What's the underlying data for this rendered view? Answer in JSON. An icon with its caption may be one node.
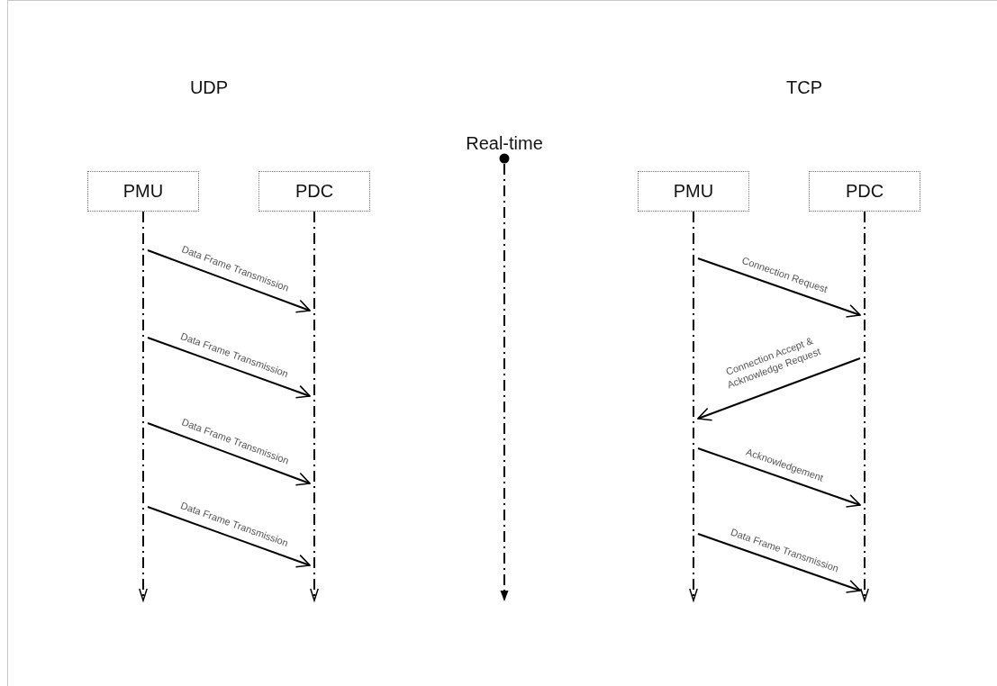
{
  "diagram": {
    "nodes": [
      {
        "text": [
          "PMU"
        ]
      },
      {
        "text": [
          "PDC"
        ]
      },
      {
        "text": [
          "Real-time"
        ]
      },
      {
        "text": [
          "PMU"
        ]
      },
      {
        "text": [
          "PDC"
        ]
      },
      {
        "text": [],
        "shape": "bar"
      },
      {
        "text": [],
        "shape": "bar"
      },
      {
        "text": [],
        "shape": "bar"
      },
      {
        "text": [],
        "shape": "bar"
      },
      {
        "text": [],
        "shape": "bar"
      }
    ],
    "edges": [
      {
        "from": 5,
        "to": 6,
        "arrow": "to",
        "label": "Data Frame Transmission"
      },
      {
        "from": 5,
        "to": 6,
        "arrow": "to",
        "label": "Data Frame Transmission"
      },
      {
        "from": 5,
        "to": 6,
        "arrow": "to",
        "label": "Data Frame Transmission"
      },
      {
        "from": 5,
        "to": 6,
        "arrow": "to",
        "label": "Data Frame Transmission"
      },
      {
        "from": 8,
        "to": 9,
        "arrow": "to",
        "label": "Connection Request"
      },
      {
        "from": 9,
        "to": 8,
        "arrow": "to",
        "label": "Connection Accept & Acknowledge Request"
      },
      {
        "from": 8,
        "to": 9,
        "arrow": "to",
        "label": "Acknowledgement"
      },
      {
        "from": 8,
        "to": 9,
        "arrow": "to",
        "label": "Data Frame Transmission"
      }
    ],
    "labels": [
      "UDP",
      "TCP"
    ]
  }
}
